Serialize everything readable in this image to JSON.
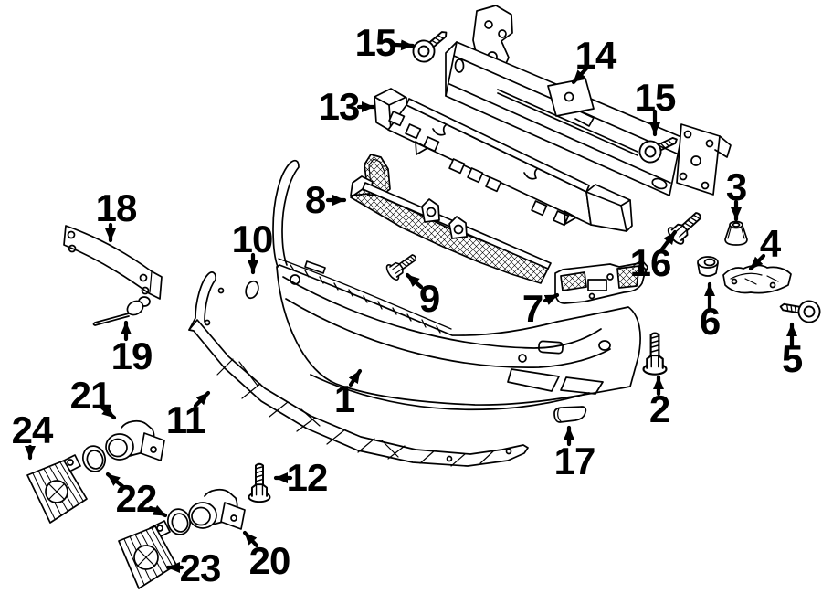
{
  "diagram": {
    "kind": "exploded-parts-diagram",
    "subject": "front-bumper-assembly",
    "background_color": "#ffffff",
    "line_color": "#000000"
  },
  "callouts": [
    {
      "id": "15-upper-left",
      "label": "15"
    },
    {
      "id": "13",
      "label": "13"
    },
    {
      "id": "14",
      "label": "14"
    },
    {
      "id": "15-upper-right",
      "label": "15"
    },
    {
      "id": "8",
      "label": "8"
    },
    {
      "id": "3",
      "label": "3"
    },
    {
      "id": "16",
      "label": "16"
    },
    {
      "id": "4",
      "label": "4"
    },
    {
      "id": "6",
      "label": "6"
    },
    {
      "id": "5",
      "label": "5"
    },
    {
      "id": "2",
      "label": "2"
    },
    {
      "id": "9",
      "label": "9"
    },
    {
      "id": "7",
      "label": "7"
    },
    {
      "id": "10",
      "label": "10"
    },
    {
      "id": "1",
      "label": "1"
    },
    {
      "id": "17",
      "label": "17"
    },
    {
      "id": "11",
      "label": "11"
    },
    {
      "id": "12",
      "label": "12"
    },
    {
      "id": "18",
      "label": "18"
    },
    {
      "id": "19",
      "label": "19"
    },
    {
      "id": "21",
      "label": "21"
    },
    {
      "id": "22",
      "label": "22"
    },
    {
      "id": "24",
      "label": "24"
    },
    {
      "id": "23",
      "label": "23"
    },
    {
      "id": "20",
      "label": "20"
    }
  ]
}
